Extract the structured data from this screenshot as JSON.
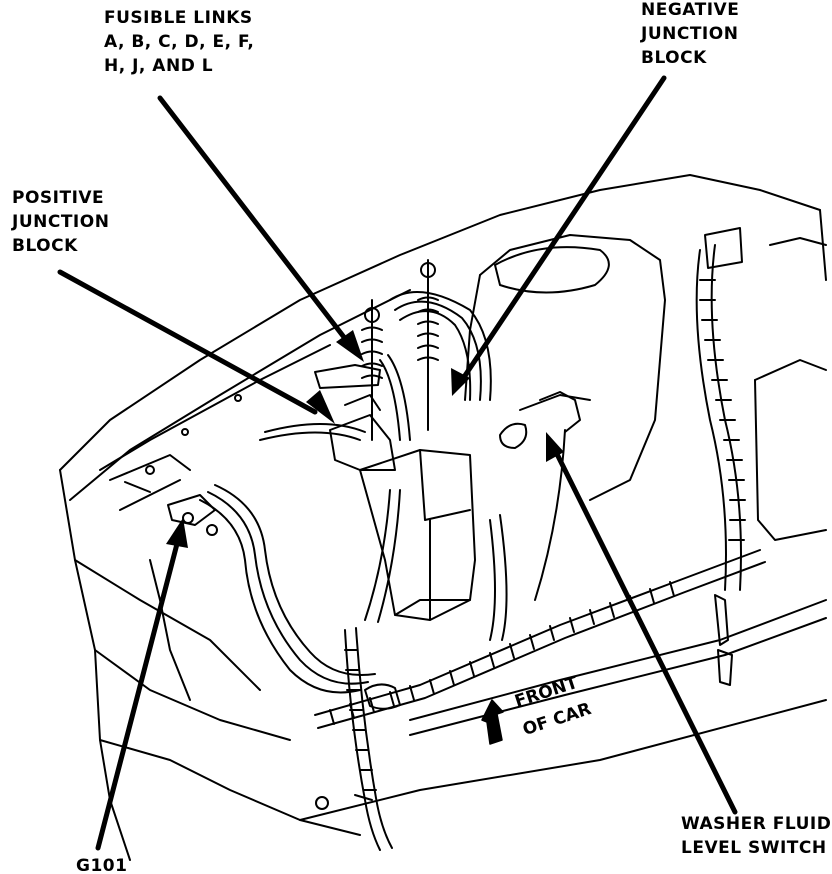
{
  "labels": {
    "fusible_links": "FUSIBLE LINKS\nA, B, C, D, E, F,\nH, J, AND L",
    "negative_junction_block": "NEGATIVE\nJUNCTION\nBLOCK",
    "positive_junction_block": "POSITIVE\nJUNCTION\nBLOCK",
    "washer_fluid_level_switch": "WASHER FLUID\nLEVEL SWITCH",
    "g101": "G101",
    "front_of_car_line1": "FRONT",
    "front_of_car_line2": "OF CAR"
  },
  "colors": {
    "ink": "#000000",
    "paper": "#ffffff"
  },
  "icons": {
    "direction_arrow": "front-arrow-icon"
  }
}
